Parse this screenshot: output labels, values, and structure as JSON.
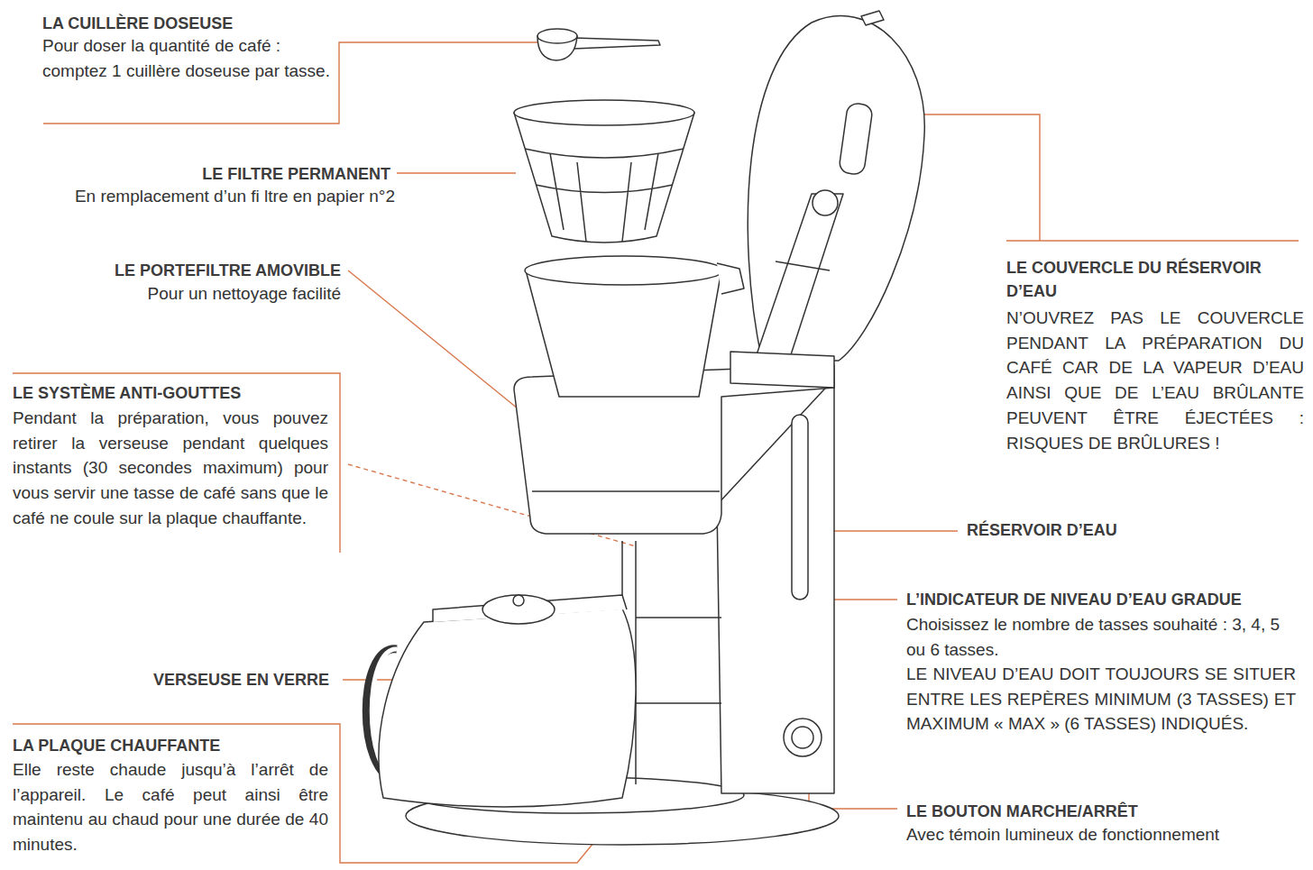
{
  "diagram": {
    "labels": [
      "LA CUILLÈRE DOSEUSE",
      "Pour doser la quantité de café : comptez 1 cuillère doseuse par tasse.",
      "LE FILTRE PERMANENT",
      "En remplacement d’un fi ltre en papier n°2",
      "LE PORTEFILTRE AMOVIBLE",
      "Pour un nettoyage facilité",
      "LE SYSTÈME ANTI-GOUTTES",
      "Pendant la préparation, vous pouvez retirer la verseuse pendant quelques instants (30 secondes maximum) pour vous servir une tasse de café sans que le café ne coule sur la plaque chauffante.",
      "VERSEUSE EN VERRE",
      "LA PLAQUE CHAUFFANTE",
      "Elle reste chaude jusqu’à l’arrêt de l’appareil. Le café peut ainsi être maintenu au chaud pour une durée de 40 minutes.",
      "LE COUVERCLE DU RÉSERVOIR D’EAU",
      "N’OUVREZ PAS LE COUVERCLE PENDANT LA PRÉPARATION DU CAFÉ CAR DE LA VAPEUR D’EAU AINSI QUE DE L’EAU BRÛLANTE PEUVENT ÊTRE ÉJECTÉES : RISQUES DE BRÛLURES !",
      "RÉSERVOIR D’EAU",
      "L’INDICATEUR DE NIVEAU D’EAU GRADUE",
      "Choisissez le nombre de tasses souhaité : 3, 4, 5 ou 6 tasses.",
      "LE NIVEAU D’EAU DOIT TOUJOURS SE SITUER ENTRE LES REPÈRES MINIMUM (3 TASSES) ET MAXIMUM « MAX » (6 TASSES) INDIQUÉS.",
      "LE BOUTON MARCHE/ARRÊT",
      "Avec témoin lumineux de fonctionnement"
    ]
  }
}
